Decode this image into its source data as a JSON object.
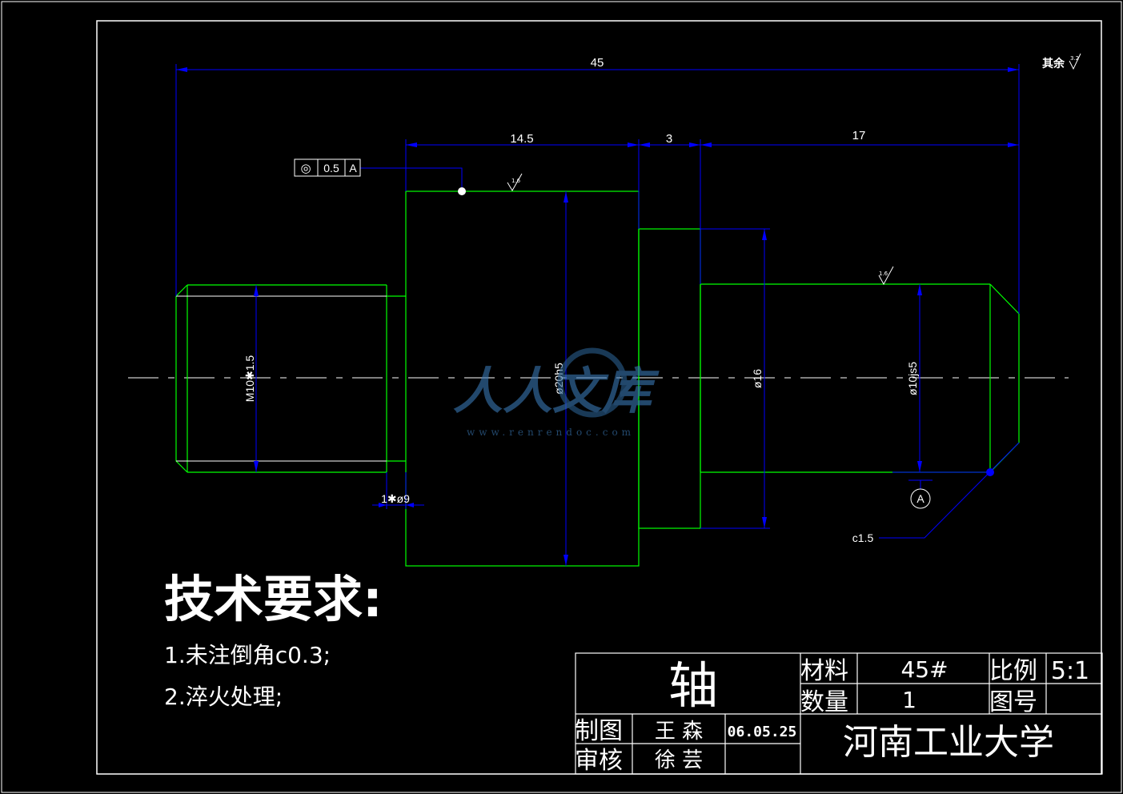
{
  "drawing": {
    "part_name": "轴",
    "roughness_note": "其余",
    "roughness_default": "3.2",
    "tolerance_frame": {
      "symbol": "◎",
      "value": "0.5",
      "datum": "A"
    },
    "datum_label": "A",
    "roughness_marks": [
      "1.6",
      "1.6"
    ],
    "dimensions": {
      "overall_length": "45",
      "len_1": "14.5",
      "len_2": "3",
      "len_3": "17",
      "thread": "M10✱1.5",
      "dia_20": "ø20h5",
      "dia_16": "ø16",
      "dia_10": "ø10js5",
      "groove": "1✱ø9",
      "chamfer": "c1.5"
    },
    "tech_requirements": {
      "heading": "技术要求:",
      "item_1": "1.未注倒角c0.3;",
      "item_2": "2.淬火处理;"
    },
    "title_block": {
      "material_label": "材料",
      "material_value": "45#",
      "scale_label": "比例",
      "scale_value": "5:1",
      "quantity_label": "数量",
      "quantity_value": "1",
      "drawing_no_label": "图号",
      "drawing_no_value": "",
      "drawn_label": "制图",
      "drawn_by": "王 森",
      "date": "06.05.25",
      "checked_label": "审核",
      "checked_by": "徐 芸",
      "institution": "河南工业大学"
    },
    "watermark": {
      "logo_text": "人人文库",
      "url": "www.renrendoc.com"
    }
  },
  "colors": {
    "background": "#000000",
    "frame": "#ffffff",
    "outline": "#00ff00",
    "dimension": "#0000ff",
    "text": "#ffffff"
  }
}
